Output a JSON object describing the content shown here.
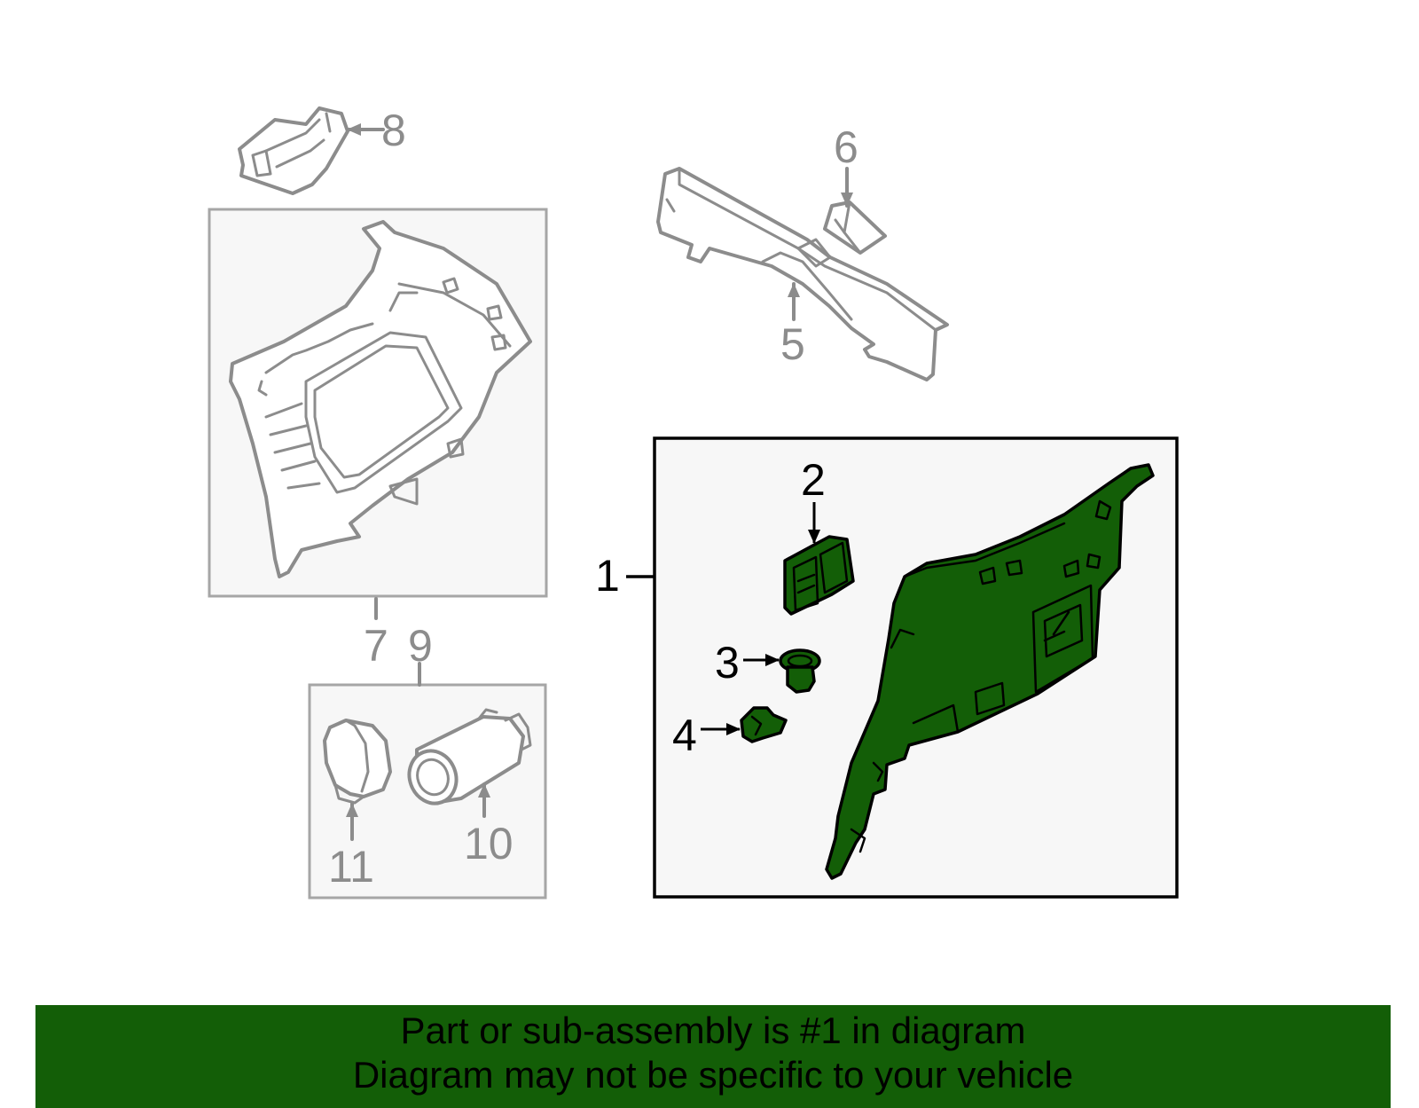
{
  "colors": {
    "highlight_green": "#135e07",
    "part_gray": "#8c8c8c",
    "box_fill": "#f7f7f7",
    "outline_black": "#000000"
  },
  "callouts": {
    "c1": "1",
    "c2": "2",
    "c3": "3",
    "c4": "4",
    "c5": "5",
    "c6": "6",
    "c7": "7",
    "c8": "8",
    "c9": "9",
    "c10": "10",
    "c11": "11"
  },
  "banner": {
    "line1": "Part or sub-assembly is #1 in diagram",
    "line2": "Diagram may not be specific to your vehicle"
  }
}
